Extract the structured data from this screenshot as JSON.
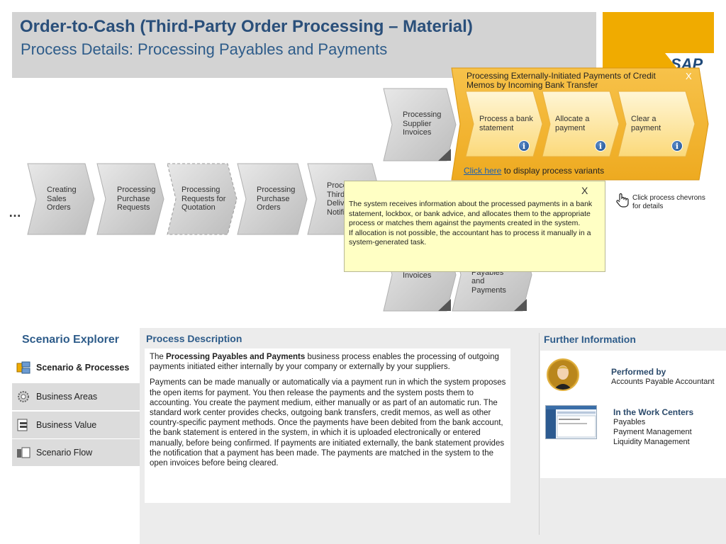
{
  "header": {
    "title": "Order-to-Cash (Third-Party Order Processing – Material)",
    "subtitle": "Process Details: Processing Payables and Payments",
    "logo_text": "SAP"
  },
  "flow": {
    "ellipsis": "…",
    "main_row": [
      "Creating Sales Orders",
      "Processing Purchase Requests",
      "Processing Requests for Quotation",
      "Processing Purchase Orders",
      "Processing Third-Party Delivery Notifications"
    ],
    "upper_branch": "Processing Supplier Invoices",
    "lower_branch": [
      "Processing Customer Invoices",
      "Processing Payables and Payments"
    ]
  },
  "popup": {
    "title": "Processing Externally-Initiated Payments of Credit Memos by Incoming Bank Transfer",
    "close": "X",
    "steps": [
      "Process a bank statement",
      "Allocate a payment",
      "Clear a payment"
    ],
    "info_glyph": "i",
    "variants_link": "Click here",
    "variants_rest": " to display process variants"
  },
  "tooltip": {
    "close": "X",
    "paragraphs": [
      "The system receives information about the processed payments in a bank statement, lockbox, or bank advice, and allocates them to the appropriate process or matches them against the payments created in the system.",
      "If allocation is not possible, the accountant has to process it manually in a system-generated task."
    ]
  },
  "hint": {
    "text": "Click process chevrons for details"
  },
  "explorer": {
    "title": "Scenario Explorer",
    "items": [
      "Scenario & Processes",
      "Business Areas",
      "Business Value",
      "Scenario Flow"
    ]
  },
  "description": {
    "title": "Process Description",
    "p1_pre": "The ",
    "p1_bold": "Processing Payables and Payments",
    "p1_post": " business process enables the processing of outgoing payments initiated either internally by your company or externally by your suppliers.",
    "p2": "Payments can be made manually or automatically via a payment run in which the system proposes the open items for payment. You then release the payments and the system posts them to accounting. You create the payment medium, either manually or as part of an automatic run. The standard work center provides checks, outgoing bank transfers, credit memos, as well as other country-specific payment methods. Once the payments have been debited from the bank account, the bank statement is entered in the system, in which it is uploaded electronically or entered manually, before being confirmed. If payments are initiated externally, the bank statement provides the notification that a payment has been made. The payments are matched in the system to the open invoices before being cleared."
  },
  "further": {
    "title": "Further Information",
    "performed_label": "Performed by",
    "performed_value": "Accounts Payable Accountant",
    "wc_label": "In the Work Centers",
    "wc_items": [
      "Payables",
      "Payment Management",
      "Liquidity Management"
    ]
  },
  "colors": {
    "accent_blue": "#2e5c8a",
    "sap_gold": "#f0ab00",
    "popup_orange": "#f2b62e",
    "tooltip_yellow": "#ffffc4"
  }
}
